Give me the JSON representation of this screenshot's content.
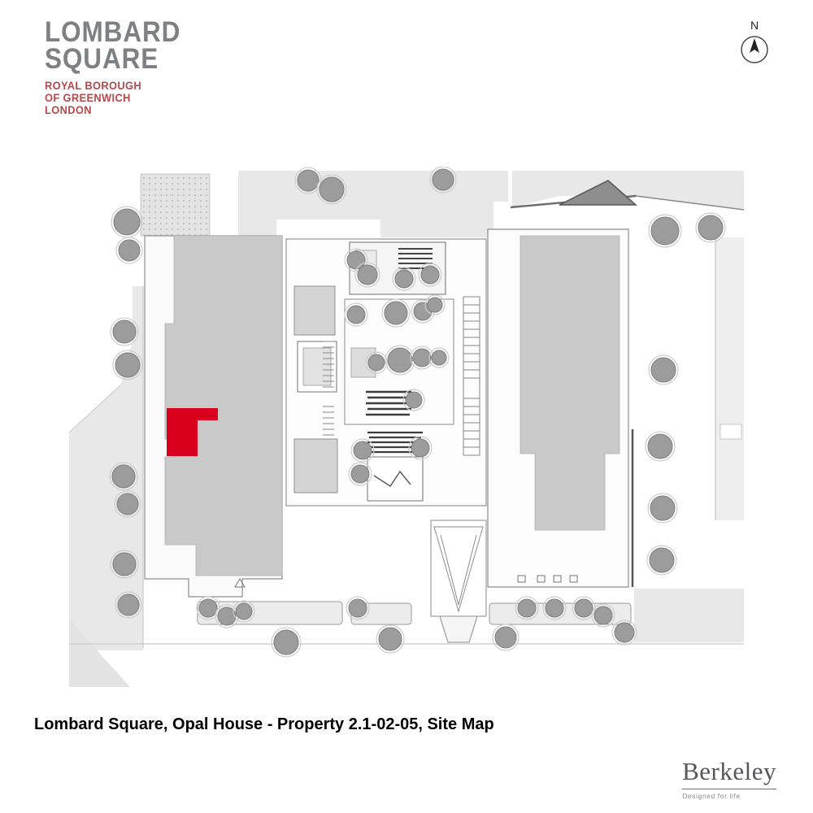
{
  "branding": {
    "title_line1": "LOMBARD",
    "title_line2": "SQUARE",
    "subtitle_line1": "ROYAL BOROUGH",
    "subtitle_line2": "OF GREENWICH",
    "subtitle_line3": "LONDON"
  },
  "compass": {
    "label": "N"
  },
  "caption": "Lombard Square, Opal House - Property 2.1-02-05, Site Map",
  "footer": {
    "brand": "Berkeley",
    "tagline": "Designed for life"
  },
  "map": {
    "highlight_color": "#d8001d",
    "colors": {
      "road": "#e8e8e8",
      "building_mass": "#c9c9c9",
      "tree": "#9c9c9c",
      "logo_gray": "#7e8083",
      "subtitle_red": "#b5494c"
    },
    "trees": [
      [
        156,
        273,
        16
      ],
      [
        159,
        308,
        13
      ],
      [
        153,
        408,
        14
      ],
      [
        157,
        449,
        15
      ],
      [
        152,
        586,
        14
      ],
      [
        157,
        620,
        13
      ],
      [
        153,
        694,
        14
      ],
      [
        158,
        744,
        13
      ],
      [
        379,
        222,
        13
      ],
      [
        408,
        233,
        15
      ],
      [
        545,
        221,
        13
      ],
      [
        818,
        284,
        17
      ],
      [
        874,
        280,
        15
      ],
      [
        816,
        455,
        15
      ],
      [
        812,
        549,
        15
      ],
      [
        815,
        625,
        15
      ],
      [
        814,
        689,
        15
      ],
      [
        256,
        748,
        11
      ],
      [
        279,
        758,
        11
      ],
      [
        300,
        752,
        10
      ],
      [
        352,
        790,
        15
      ],
      [
        440,
        748,
        11
      ],
      [
        480,
        786,
        14
      ],
      [
        622,
        784,
        13
      ],
      [
        648,
        748,
        11
      ],
      [
        682,
        748,
        11
      ],
      [
        718,
        748,
        11
      ],
      [
        742,
        757,
        11
      ],
      [
        768,
        778,
        12
      ],
      [
        438,
        320,
        11
      ],
      [
        452,
        338,
        12
      ],
      [
        497,
        343,
        11
      ],
      [
        529,
        338,
        11
      ],
      [
        438,
        387,
        11
      ],
      [
        487,
        385,
        14
      ],
      [
        520,
        383,
        11
      ],
      [
        492,
        443,
        15
      ],
      [
        463,
        446,
        10
      ],
      [
        519,
        440,
        11
      ],
      [
        509,
        492,
        10
      ],
      [
        446,
        554,
        11
      ],
      [
        517,
        551,
        11
      ],
      [
        443,
        583,
        11
      ],
      [
        535,
        375,
        9
      ],
      [
        540,
        440,
        9
      ]
    ]
  }
}
